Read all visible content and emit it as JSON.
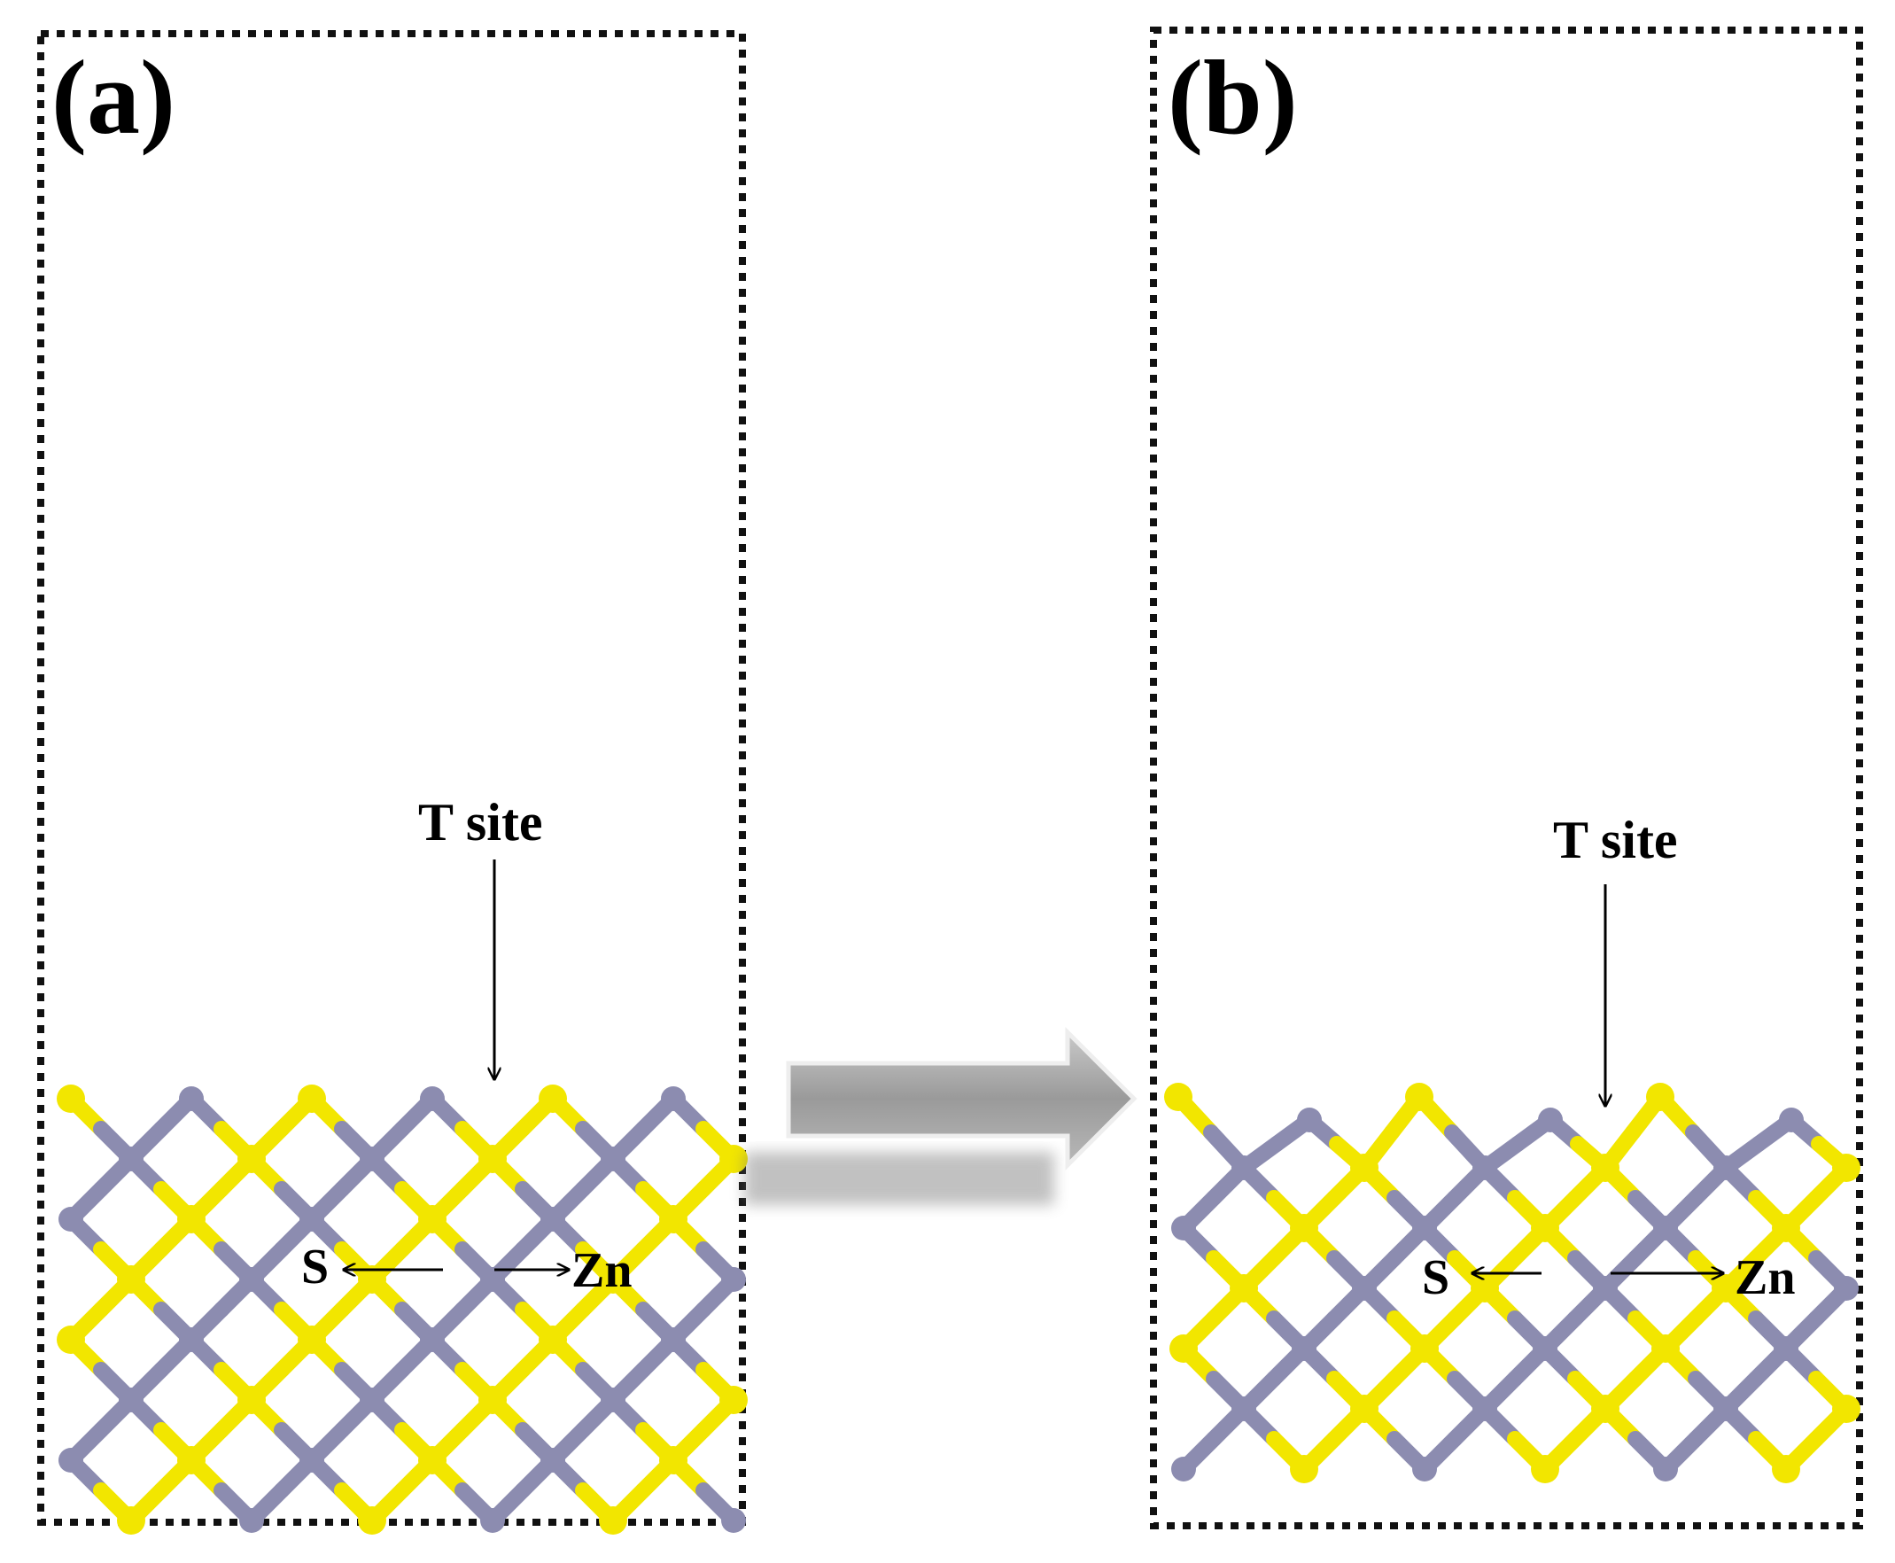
{
  "figure": {
    "panels": [
      {
        "label": "(a)",
        "site_label": "T site",
        "left_label": "S",
        "right_label": "Zn"
      },
      {
        "label": "(b)",
        "site_label": "T site",
        "left_label": "S",
        "right_label": "Zn"
      }
    ],
    "colors": {
      "sulfur": "#f2e600",
      "zinc": "#8c8cb0",
      "frame": "#111111",
      "transition_arrow": "#a0a0a0"
    }
  }
}
